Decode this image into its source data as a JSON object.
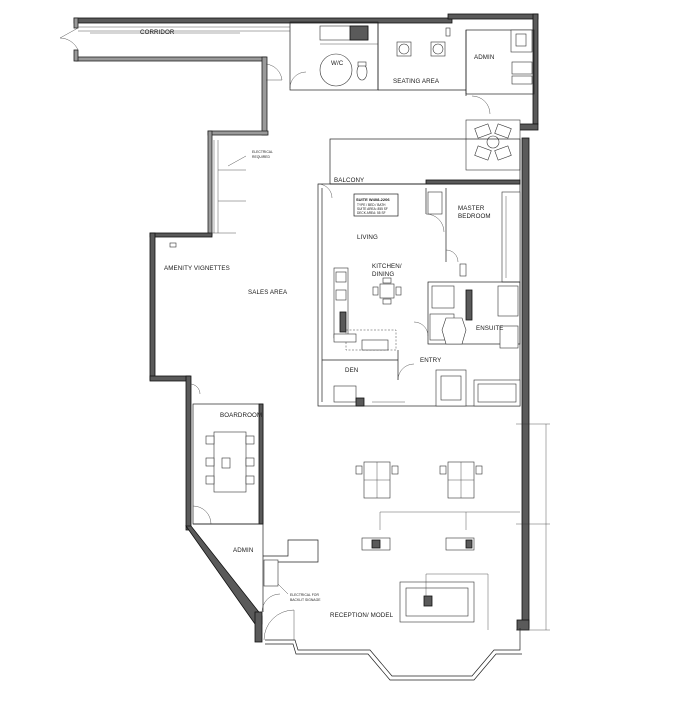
{
  "rooms": {
    "corridor": "CORRIDOR",
    "wc": "W/C",
    "seating_area": "SEATING AREA",
    "admin_top": "ADMIN",
    "balcony": "BALCONY",
    "living": "LIVING",
    "master_bedroom_line1": "MASTER",
    "master_bedroom_line2": "BEDROOM",
    "kitchen_line1": "KITCHEN/",
    "kitchen_line2": "DINING",
    "amenity": "AMENITY VIGNETTES",
    "sales_area": "SALES AREA",
    "ensuite": "ENSUITE",
    "entry": "ENTRY",
    "den": "DEN",
    "boardroom": "BOARDROOM",
    "admin_bottom": "ADMIN",
    "reception": "RECEPTION/ MODEL"
  },
  "suite_box": {
    "title": "SUITE W408-2206",
    "line1": "TYPE / BED / BATH",
    "line2": "SUITE AREA: 855 SF",
    "line3": "DECK AREA: 55 SF"
  },
  "notes": {
    "electrical_required_line1": "ELECTRICAL",
    "electrical_required_line2": "REQUIRED",
    "electrical_signage_line1": "ELECTRICAL FOR",
    "electrical_signage_line2": "BACKLIT SIGNAGE"
  }
}
